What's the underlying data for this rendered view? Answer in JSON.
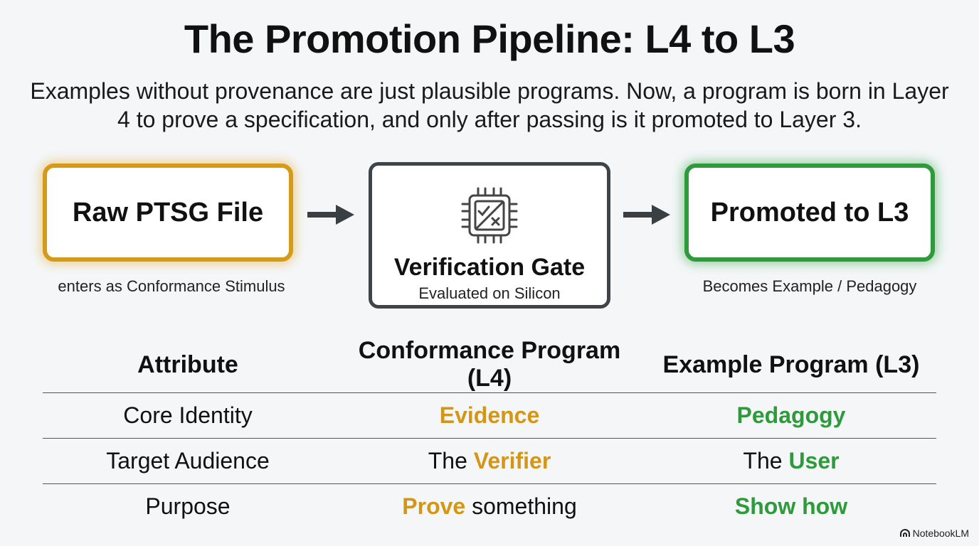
{
  "title": "The Promotion Pipeline: L4 to L3",
  "subtitle": "Examples without provenance are just plausible programs. Now, a program is born in Layer 4 to prove a specification, and only after passing is it promoted to Layer 3.",
  "flow": {
    "raw": {
      "label": "Raw PTSG File",
      "caption": "enters as Conformance Stimulus"
    },
    "gate": {
      "label": "Verification Gate",
      "sublabel": "Evaluated on Silicon",
      "icon": "chip-check-x-icon"
    },
    "promoted": {
      "label": "Promoted to L3",
      "caption": "Becomes Example / Pedagogy"
    }
  },
  "table": {
    "headers": [
      "Attribute",
      "Conformance Program (L4)",
      "Example Program (L3)"
    ],
    "rows": [
      {
        "attribute": "Core Identity",
        "l4": {
          "pre": "",
          "hl": "Evidence",
          "post": ""
        },
        "l3": {
          "pre": "",
          "hl": "Pedagogy",
          "post": ""
        }
      },
      {
        "attribute": "Target Audience",
        "l4": {
          "pre": "The ",
          "hl": "Verifier",
          "post": ""
        },
        "l3": {
          "pre": "The ",
          "hl": "User",
          "post": ""
        }
      },
      {
        "attribute": "Purpose",
        "l4": {
          "pre": "",
          "hl": "Prove",
          "post": " something"
        },
        "l3": {
          "pre": "",
          "hl": "Show how",
          "post": ""
        }
      }
    ]
  },
  "colors": {
    "gold": "#d39617",
    "green": "#2e9a3c",
    "gate_border": "#3f4448"
  },
  "brand": "NotebookLM"
}
